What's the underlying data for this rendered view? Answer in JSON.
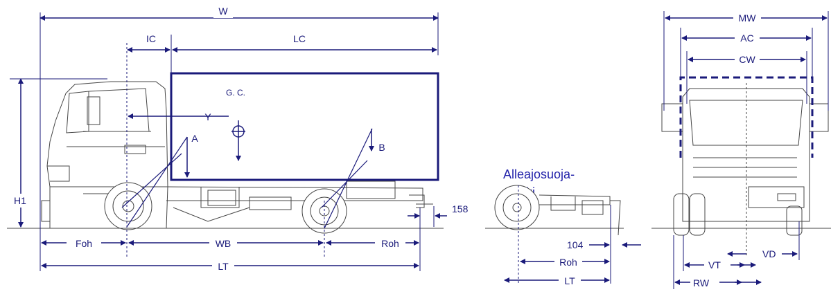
{
  "labels": {
    "W": "W",
    "IC": "IC",
    "LC": "LC",
    "GC": "G. C.",
    "Y": "Y",
    "A": "A",
    "B": "B",
    "H1": "H1",
    "Foh": "Foh",
    "WB": "WB",
    "Roh": "Roh",
    "LT": "LT",
    "v158": "158",
    "caption_line1": "Alleajosuoja-",
    "caption_line2": "palkki",
    "v104": "104",
    "Roh2": "Roh",
    "LT2": "LT",
    "MW": "MW",
    "AC": "AC",
    "CW": "CW",
    "VD": "VD",
    "VT": "VT",
    "RW": "RW"
  },
  "colors": {
    "dimension": "#1a1a7a",
    "caption": "#2222aa",
    "truck_outline": "#444444"
  }
}
